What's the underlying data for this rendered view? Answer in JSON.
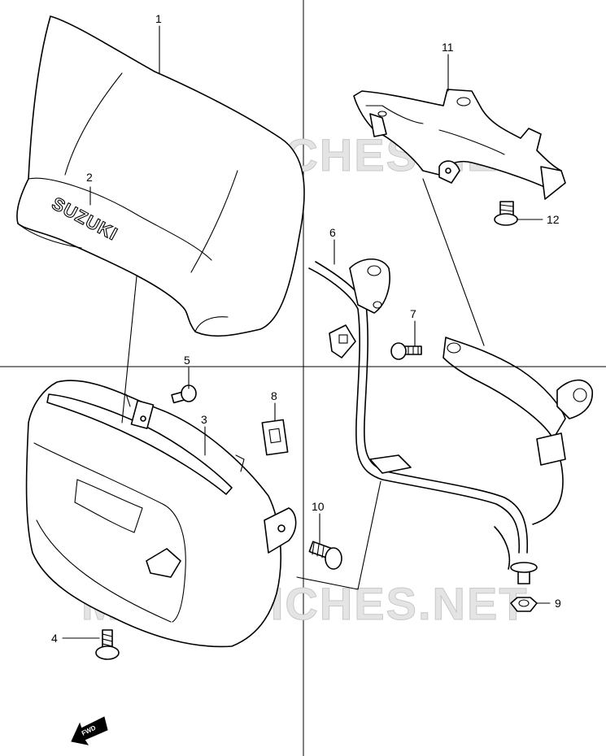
{
  "watermark": "MICROFICHES.NET",
  "brand_logo": "SUZUKI",
  "direction_marker": "FWD",
  "callouts": [
    {
      "id": "1",
      "label": "1"
    },
    {
      "id": "2",
      "label": "2"
    },
    {
      "id": "3",
      "label": "3"
    },
    {
      "id": "4",
      "label": "4"
    },
    {
      "id": "5",
      "label": "5"
    },
    {
      "id": "6",
      "label": "6"
    },
    {
      "id": "7",
      "label": "7"
    },
    {
      "id": "8",
      "label": "8"
    },
    {
      "id": "9",
      "label": "9"
    },
    {
      "id": "10",
      "label": "10"
    },
    {
      "id": "11",
      "label": "11"
    },
    {
      "id": "12",
      "label": "12"
    }
  ]
}
